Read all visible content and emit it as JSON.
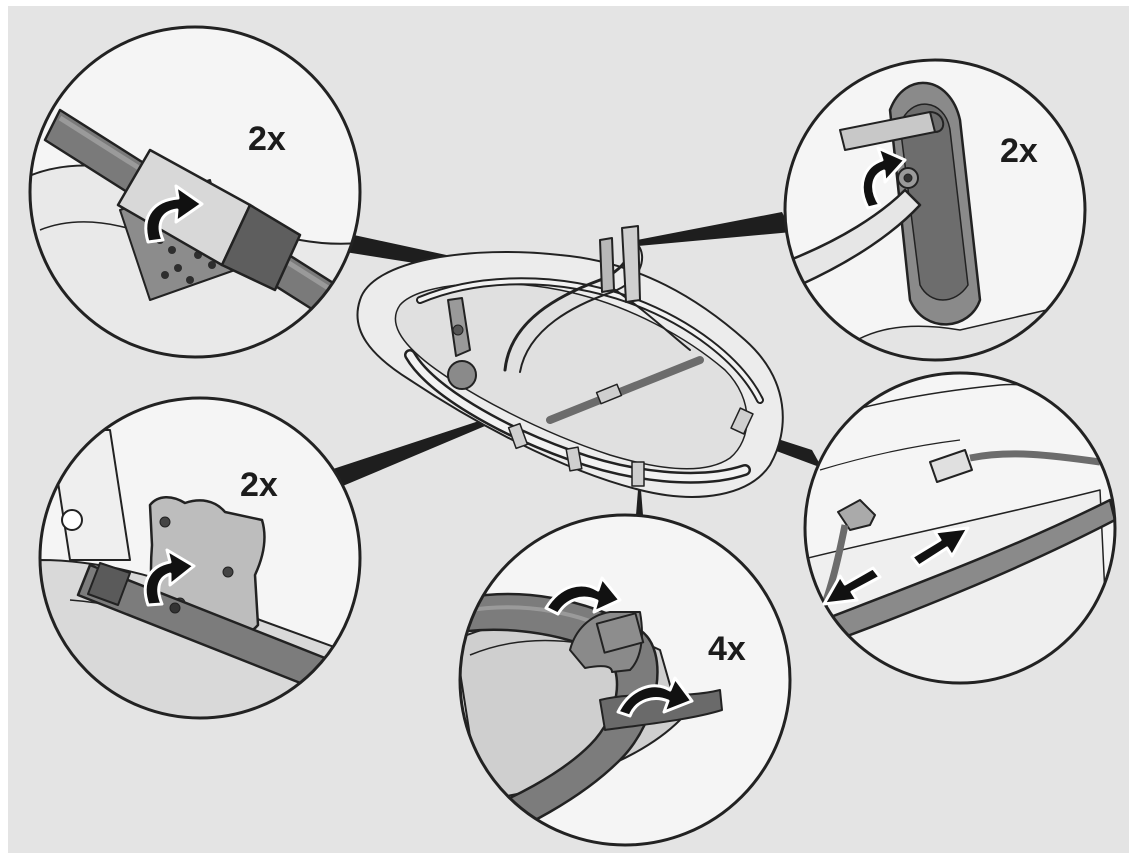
{
  "colors": {
    "background": "#e4e4e4",
    "outline": "#222222",
    "light_gray": "#d2d2d2",
    "mid_gray": "#9e9e9e",
    "dark_gray": "#6f6f6f",
    "white": "#f7f7f7"
  },
  "callouts": {
    "top_left": {
      "label": "2x"
    },
    "top_right": {
      "label": "2x"
    },
    "middle_left": {
      "label": "2x"
    },
    "bottom_center": {
      "label": "4x"
    }
  },
  "icons": [
    "rotate-arrow-icon",
    "push-arrow-icon",
    "pull-arrow-icon"
  ]
}
